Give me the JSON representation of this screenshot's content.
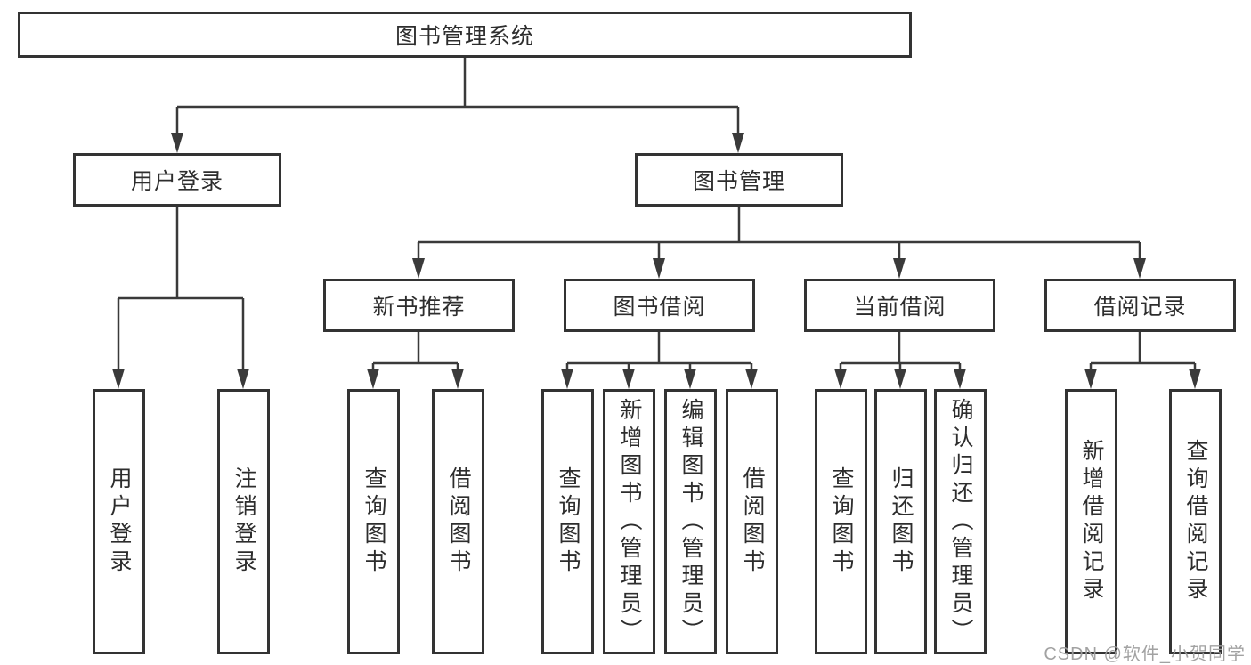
{
  "tree": {
    "label": "图书管理系统",
    "children": [
      {
        "label": "用户登录",
        "children": [
          {
            "label": "用户登录"
          },
          {
            "label": "注销登录"
          }
        ]
      },
      {
        "label": "图书管理",
        "children": [
          {
            "label": "新书推荐",
            "children": [
              {
                "label": "查询图书"
              },
              {
                "label": "借阅图书"
              }
            ]
          },
          {
            "label": "图书借阅",
            "children": [
              {
                "label": "查询图书"
              },
              {
                "label": "新增图书（管理员）"
              },
              {
                "label": "编辑图书（管理员）"
              },
              {
                "label": "借阅图书"
              }
            ]
          },
          {
            "label": "当前借阅",
            "children": [
              {
                "label": "查询图书"
              },
              {
                "label": "归还图书"
              },
              {
                "label": "确认归还（管理员）"
              }
            ]
          },
          {
            "label": "借阅记录",
            "children": [
              {
                "label": "新增借阅记录"
              },
              {
                "label": "查询借阅记录"
              }
            ]
          }
        ]
      }
    ]
  },
  "watermark": "CSDN @软件_小贺同学",
  "colors": {
    "line": "#3a3a3a",
    "box_border": "#333333",
    "text": "#2d2d2d",
    "watermark": "#9e9e9e",
    "background": "#ffffff"
  }
}
